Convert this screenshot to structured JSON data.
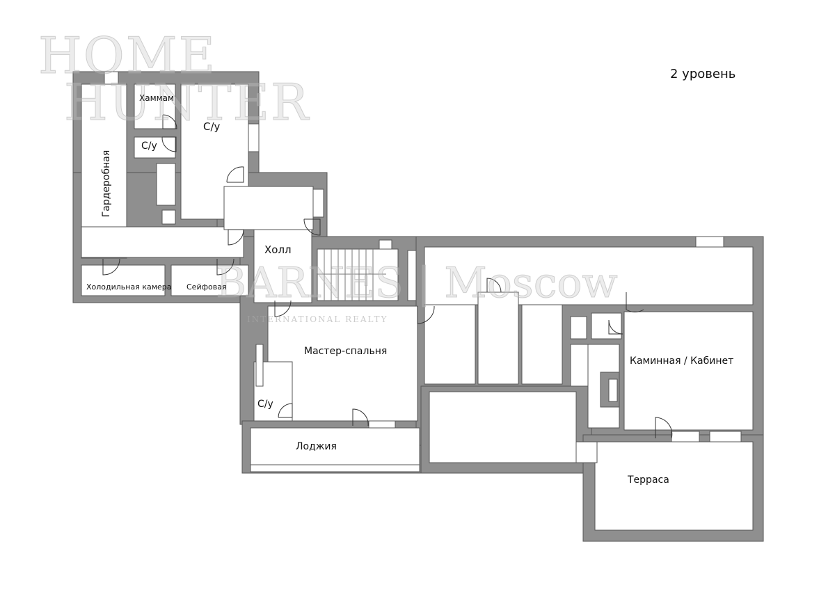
{
  "level_title": "2 уровень",
  "rooms": {
    "wardrobe": "Гардеробная",
    "hammam": "Хаммам",
    "wc_small": "С/у",
    "wc_large": "С/у",
    "hall": "Холл",
    "cold_room": "Холодильная камера",
    "safe_room": "Сейфовая",
    "master_bedroom": "Мастер-спальня",
    "wc_master": "С/у",
    "loggia": "Лоджия",
    "fireplace_office": "Каминная / Кабинет",
    "terrace": "Терраса"
  },
  "watermarks": {
    "home_hunter_line1": "HOME",
    "home_hunter_line2": "HUNTER",
    "barnes": "BARNES | Moscow",
    "barnes_sub": "INTERNATIONAL REALTY"
  },
  "colors": {
    "wall": "#8f8f8f",
    "room": "#ffffff"
  }
}
